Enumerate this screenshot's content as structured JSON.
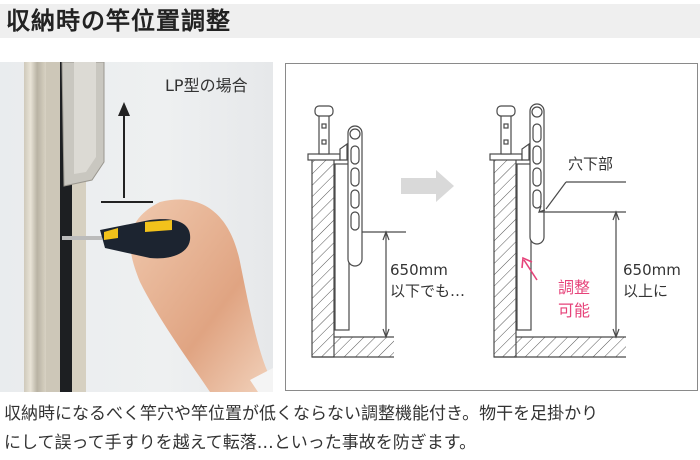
{
  "header": {
    "title": "収納時の竿位置調整"
  },
  "photo": {
    "label": "LP型の場合",
    "alt": "hand adjusting screw with screwdriver on pole, upward arrow"
  },
  "diagram": {
    "before": {
      "measure": "650mm",
      "note": "以下でも…"
    },
    "after": {
      "hole_label": "穴下部",
      "measure": "650mm",
      "note": "以上に",
      "adjust_line1": "調整",
      "adjust_line2": "可能"
    },
    "colors": {
      "line": "#4a4a4a",
      "arrow_gray": "#d9d9d9",
      "accent_pink": "#e6437a"
    }
  },
  "caption": {
    "line1": "収納時になるべく竿穴や竿位置が低くならない調整機能付き。物干を足掛かり",
    "line2": "にして誤って手すりを越えて転落…といった事故を防ぎます。"
  }
}
